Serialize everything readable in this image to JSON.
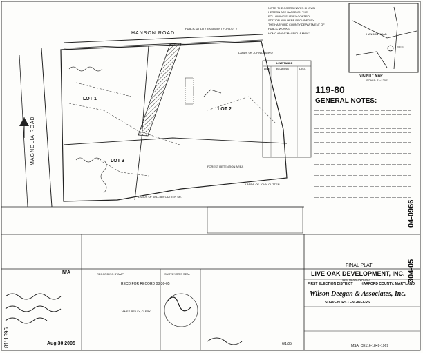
{
  "header": {
    "coord_note_1": "NOTE: THE COORDINATES SHOWN",
    "coord_note_2": "HEREON ARE BASED ON THE",
    "coord_note_3": "FOLLOWING SURVEY CONTROL",
    "coord_note_4": "STATION AND HERE PROVIDED BY",
    "coord_note_5": "THE HARFORD COUNTY DEPARTMENT OF",
    "coord_note_6": "PUBLIC WORKS",
    "station": "HCMC #1004 \"MAGNOLIA MON\""
  },
  "vicinity": {
    "title": "VICINITY MAP",
    "scale": "SCALE: 1\"=1200'",
    "road": "HANSON ROAD",
    "site": "SITE"
  },
  "plan": {
    "road": "HANSON ROAD",
    "magnolia": "MAGNOLIA ROAD",
    "lot1": "LOT 1",
    "lot2": "LOT 2",
    "lot3": "LOT 3",
    "util": "PUBLIC UTILITY EASEMENT FOR LOT 2",
    "forest": "FOREST RETENTION AREA",
    "lands_e": "LANDS OF JOHN DOMINO",
    "lands_s": "LANDS OF WILLIAM OUTTEN SR.",
    "lands_se": "LANDS OF JOHN OUTTEN"
  },
  "line_table": {
    "title": "LINE TABLE",
    "col1": "LINE",
    "col2": "BEARING",
    "col3": "DIST."
  },
  "project": {
    "number": "119-80",
    "notes_title": "GENERAL NOTES:",
    "side_number": "04-0966",
    "sheet": "304-05"
  },
  "title_block": {
    "plat": "FINAL PLAT",
    "company": "LIVE OAK DEVELOPMENT, INC.",
    "address": "4103 HANSON ROAD",
    "district": "FIRST ELECTION DISTRICT",
    "county": "HARFORD COUNTY, MARYLAND",
    "firm": "Wilson Deegan & Associates, Inc.",
    "firm_sub": "SURVEYORS • ENGINEERS",
    "recording_stamp": "RECORDING STAMP",
    "surveyor_seal": "SURVEYOR'S SEAL",
    "received": "RECD FOR RECORD 08-30-05",
    "clerk": "JAMES REILLY, CLERK",
    "na": "N/A",
    "stamp_date": "6/1/05",
    "bottom_date": "Aug 30 2005",
    "file_code": "8111396",
    "book_code": "MSA_CE116-1849-1969"
  }
}
